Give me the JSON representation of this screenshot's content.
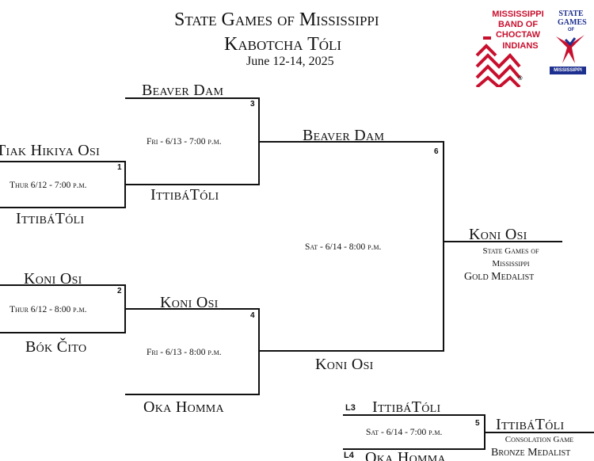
{
  "header": {
    "title": "State Games of Mississippi",
    "subtitle": "Kabotcha Tóli",
    "dates": "June 12-14, 2025"
  },
  "logos": {
    "choctaw": {
      "line1": "MISSISSIPPI",
      "line2": "BAND OF",
      "line3": "CHOCTAW",
      "line4": "INDIANS",
      "mark": "®"
    },
    "state_games": {
      "line1": "STATE",
      "line2": "GAMES",
      "line3": "OF",
      "line4": "MISSISSIPPI"
    }
  },
  "colors": {
    "accent_red": "#c8102e",
    "accent_blue": "#1d2f8f",
    "line": "#111111"
  },
  "bracket": {
    "game1": {
      "number": "1",
      "team_top": "Tiak Hikiya Osi",
      "team_bottom": "IttibáTóli",
      "time": "Thur 6/12 - 7:00 p.m."
    },
    "game2": {
      "number": "2",
      "team_top": "Koni Osi",
      "team_bottom": "Bók Čito",
      "time": "Thur 6/12 - 8:00 p.m."
    },
    "game3": {
      "number": "3",
      "team_top": "Beaver Dam",
      "team_bottom": "IttibáTóli",
      "time": "Fri - 6/13 - 7:00 p.m."
    },
    "game4": {
      "number": "4",
      "team_top": "Koni Osi",
      "team_bottom": "Oka Homma",
      "time": "Fri - 6/13 - 8:00 p.m."
    },
    "game6": {
      "number": "6",
      "team_top": "Beaver Dam",
      "team_bottom": "Koni Osi",
      "time": "Sat - 6/14 - 8:00 p.m."
    },
    "champion": {
      "team": "Koni Osi",
      "line1": "State Games of",
      "line2": "Mississippi",
      "line3": "Gold Medalist"
    },
    "game5": {
      "number": "5",
      "label_top": "L3",
      "label_bottom": "L4",
      "team_top": "IttibáTóli",
      "team_bottom": "Oka Homma",
      "time": "Sat - 6/14 - 7:00 p.m."
    },
    "consolation": {
      "team": "IttibáTóli",
      "line1": "Consolation Game",
      "line2": "Bronze Medalist"
    }
  }
}
